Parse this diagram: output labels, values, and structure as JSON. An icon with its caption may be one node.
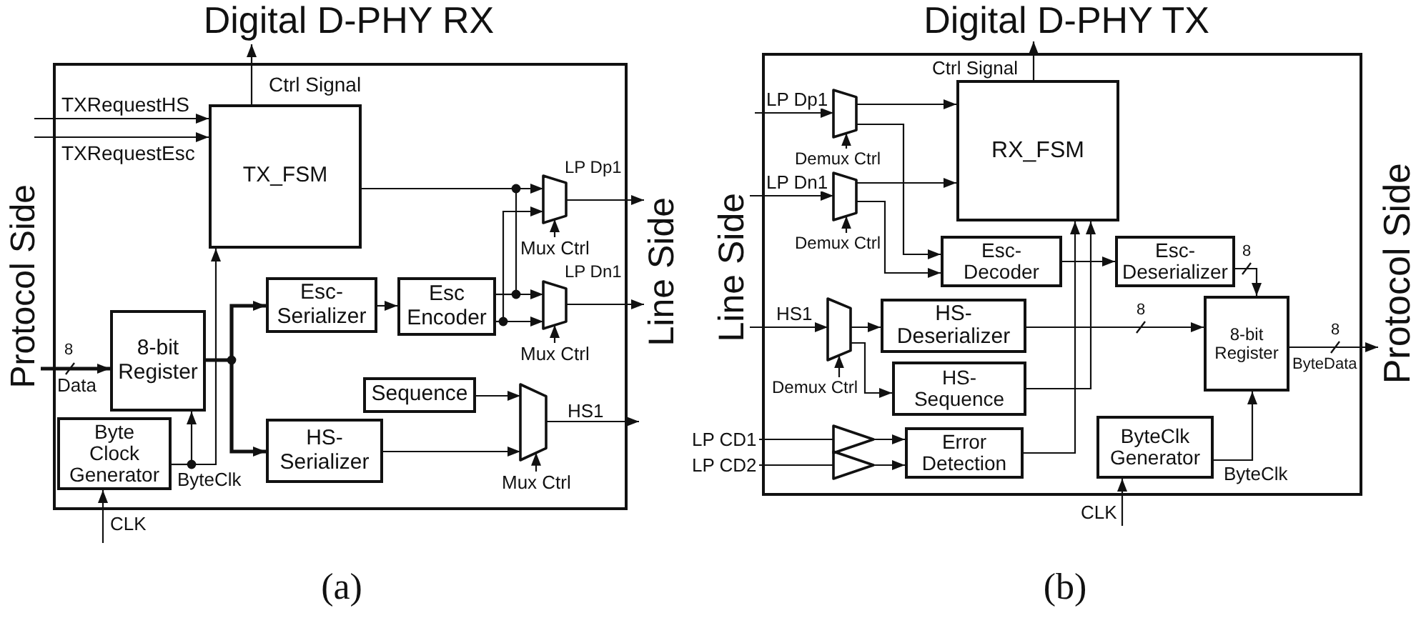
{
  "diagram": {
    "nodes": [
      {
        "text": [
          "Digital D-PHY RX"
        ],
        "beside": [
          "(a)"
        ]
      },
      {
        "text": [
          "TX_FSM"
        ],
        "in": 0
      },
      {
        "text": [
          "8-bit Register"
        ],
        "in": 0
      },
      {
        "text": [
          "Byte Clock Generator"
        ],
        "in": 0
      },
      {
        "text": [
          "Esc- Serializer"
        ],
        "in": 0
      },
      {
        "text": [
          "Esc Encoder"
        ],
        "in": 0
      },
      {
        "text": [
          "Sequence"
        ],
        "in": 0
      },
      {
        "text": [
          "HS- Serializer"
        ],
        "in": 0
      },
      {
        "text": [],
        "shape": "trapezoid",
        "in": 0
      },
      {
        "text": [],
        "shape": "trapezoid",
        "in": 0
      },
      {
        "text": [],
        "shape": "trapezoid",
        "in": 0
      },
      {
        "text": [
          "Digital D-PHY TX"
        ],
        "beside": [
          "(b)"
        ]
      },
      {
        "text": [
          "RX_FSM"
        ],
        "in": 11
      },
      {
        "text": [],
        "shape": "trapezoid",
        "in": 11
      },
      {
        "text": [],
        "shape": "trapezoid",
        "in": 11
      },
      {
        "text": [
          "Esc- Decoder"
        ],
        "in": 11
      },
      {
        "text": [
          "Esc- Deserializer"
        ],
        "in": 11
      },
      {
        "text": [],
        "shape": "trapezoid",
        "in": 11
      },
      {
        "text": [
          "HS- Deserializer"
        ],
        "in": 11
      },
      {
        "text": [
          "8-bit Register"
        ],
        "in": 11
      },
      {
        "text": [
          "HS- Sequence"
        ],
        "in": 11
      },
      {
        "text": [],
        "shape": "triangle",
        "in": 11
      },
      {
        "text": [],
        "shape": "triangle",
        "in": 11
      },
      {
        "text": [
          "Error Detection"
        ],
        "in": 11
      },
      {
        "text": [
          "ByteClk Generator"
        ],
        "in": 11
      },
      {
        "text": [
          "Protocol Side"
        ]
      },
      {
        "text": [
          "Line Side"
        ]
      },
      {
        "text": [
          "Line Side"
        ]
      },
      {
        "text": [
          "Protocol Side"
        ]
      }
    ],
    "edges": [
      {
        "from": null,
        "to": 1,
        "arrow": "to",
        "label": "TXRequestHS"
      },
      {
        "from": null,
        "to": 1,
        "arrow": "to",
        "label": "TXRequestEsc"
      },
      {
        "from": 1,
        "to": null,
        "arrow": "to",
        "label": "Ctrl Signal"
      },
      {
        "from": 25,
        "to": 2,
        "arrow": "to",
        "label": "Data",
        "style": "thick"
      },
      {
        "from": 3,
        "to": 2,
        "arrow": "to",
        "label": "ByteClk"
      },
      {
        "from": 3,
        "to": 1,
        "arrow": "to"
      },
      {
        "from": null,
        "to": 3,
        "arrow": "to",
        "label": "CLK"
      },
      {
        "from": 2,
        "to": 4,
        "arrow": "to",
        "style": "thick"
      },
      {
        "from": 2,
        "to": 7,
        "arrow": "to",
        "style": "thick"
      },
      {
        "from": 4,
        "to": 5,
        "arrow": "to"
      },
      {
        "from": 1,
        "to": 8,
        "arrow": "to"
      },
      {
        "from": 1,
        "to": 9,
        "arrow": "to"
      },
      {
        "from": 5,
        "to": 9,
        "arrow": "to"
      },
      {
        "from": 5,
        "to": 8,
        "arrow": "to"
      },
      {
        "from": 5,
        "to": 9,
        "arrow": "to"
      },
      {
        "from": 6,
        "to": 10,
        "arrow": "to"
      },
      {
        "from": 7,
        "to": 10,
        "arrow": "to"
      },
      {
        "from": 8,
        "to": 26,
        "arrow": "to",
        "label": "LP Dp1"
      },
      {
        "from": 9,
        "to": 26,
        "arrow": "to",
        "label": "LP Dn1"
      },
      {
        "from": 10,
        "to": null,
        "arrow": "to",
        "label": "HS1"
      },
      {
        "from": null,
        "to": 8,
        "arrow": "to",
        "label": "Mux Ctrl"
      },
      {
        "from": null,
        "to": 9,
        "arrow": "to",
        "label": "Mux Ctrl"
      },
      {
        "from": null,
        "to": 10,
        "arrow": "to",
        "label": "Mux Ctrl"
      },
      {
        "from": 12,
        "to": null,
        "arrow": "to",
        "label": "Ctrl Signal"
      },
      {
        "from": null,
        "to": 13,
        "arrow": "to",
        "label": "LP Dp1"
      },
      {
        "from": 27,
        "to": 14,
        "arrow": "to",
        "label": "LP Dn1"
      },
      {
        "from": null,
        "to": 13,
        "arrow": "to",
        "label": "Demux Ctrl"
      },
      {
        "from": null,
        "to": 14,
        "arrow": "to",
        "label": "Demux Ctrl"
      },
      {
        "from": null,
        "to": 17,
        "arrow": "to",
        "label": "Demux Ctrl"
      },
      {
        "from": 13,
        "to": 12,
        "arrow": "to"
      },
      {
        "from": 13,
        "to": 15,
        "arrow": "to"
      },
      {
        "from": 14,
        "to": 12,
        "arrow": "to"
      },
      {
        "from": 14,
        "to": 15,
        "arrow": "to"
      },
      {
        "from": 15,
        "to": 16,
        "arrow": "to"
      },
      {
        "from": 16,
        "to": 19,
        "arrow": "to"
      },
      {
        "from": 18,
        "to": 19,
        "arrow": "to"
      },
      {
        "from": 19,
        "to": 28,
        "arrow": "to",
        "label": "ByteData"
      },
      {
        "from": 24,
        "to": 19,
        "arrow": "to",
        "label": "ByteClk"
      },
      {
        "from": null,
        "to": 24,
        "arrow": "to",
        "label": "CLK"
      },
      {
        "from": 27,
        "to": 17,
        "arrow": "to",
        "label": "HS1"
      },
      {
        "from": 17,
        "to": 18,
        "arrow": "to"
      },
      {
        "from": 17,
        "to": 20,
        "arrow": "to"
      },
      {
        "from": null,
        "to": 21,
        "arrow": "none",
        "label": "LP CD1"
      },
      {
        "from": null,
        "to": 22,
        "arrow": "none",
        "label": "LP CD2"
      },
      {
        "from": 21,
        "to": 23,
        "arrow": "to"
      },
      {
        "from": 22,
        "to": 23,
        "arrow": "to"
      },
      {
        "from": 20,
        "to": 12,
        "arrow": "to"
      },
      {
        "from": 23,
        "to": 12,
        "arrow": "to"
      }
    ],
    "labels": [
      "8",
      "8",
      "8",
      "8"
    ]
  }
}
